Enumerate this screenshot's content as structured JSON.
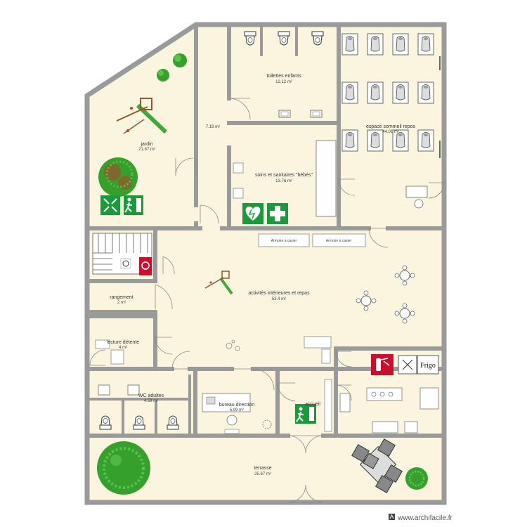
{
  "rooms": {
    "toilettes_enfants": {
      "name": "toilettes enfants",
      "area": "12.12 m²"
    },
    "couloir": {
      "area": "7.19 m²"
    },
    "jardin": {
      "name": "jardin",
      "area": "21.87 m²"
    },
    "espace_sommeil": {
      "name": "espace sommeil repos",
      "area": "44.01 m²"
    },
    "soins": {
      "name": "soins et sanitaires \"bébés\"",
      "area": "13.76 m²"
    },
    "activites": {
      "name": "activités intérieures et repas",
      "area": "53.4 m²"
    },
    "rangement": {
      "name": "rangement",
      "area": "2 m²"
    },
    "lecture": {
      "name": "lecture détente",
      "area": "4 m²"
    },
    "wc_adultes": {
      "name": "WC adultes",
      "area": "4.59 m²"
    },
    "bureau": {
      "name": "bureau direction",
      "area": "5.99 m²"
    },
    "accueil": {
      "name": "accueil",
      "area": ""
    },
    "cuisine": {
      "name": "",
      "area": ""
    },
    "terrasse": {
      "name": "terrasse",
      "area": "25.87 m²"
    }
  },
  "signs": {
    "frigo": "Frigo",
    "cabinet_1": "Armoire à casier",
    "cabinet_2": "Armoire à casier"
  },
  "watermark": "www.archifacile.fr",
  "colors": {
    "floor": "#fbf5df",
    "wall": "#9a9a9a",
    "emergency_green": "#1b9a3c",
    "fire_red": "#c8102e",
    "plant_green": "#35a02c"
  },
  "icons": [
    "playground-icon",
    "tree-icon",
    "emergency-exit-icon",
    "defibrillator-icon",
    "first-aid-icon",
    "fire-extinguisher-icon",
    "fire-hose-icon",
    "crib-icon",
    "table-chairs-icon",
    "toilet-icon",
    "logo-icon"
  ]
}
